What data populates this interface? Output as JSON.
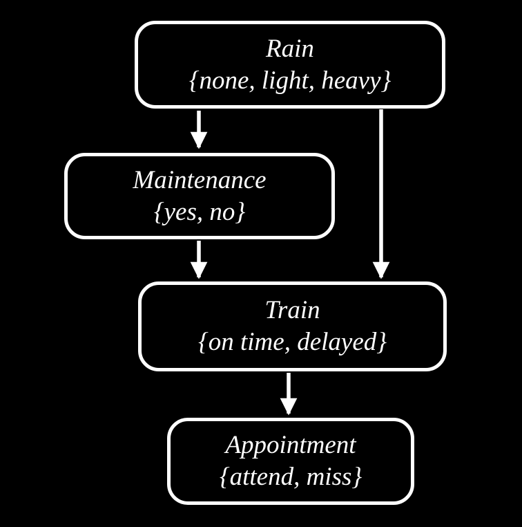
{
  "diagram": {
    "type": "bayesian-network",
    "background_color": "#000000",
    "node_border_color": "#ffffff",
    "node_text_color": "#ffffff",
    "edge_color": "#ffffff",
    "nodes": {
      "rain": {
        "name": "Rain",
        "values": "{none, light, heavy}"
      },
      "maintenance": {
        "name": "Maintenance",
        "values": "{yes, no}"
      },
      "train": {
        "name": "Train",
        "values": "{on time, delayed}"
      },
      "appointment": {
        "name": "Appointment",
        "values": "{attend, miss}"
      }
    },
    "edges": [
      {
        "from": "Rain",
        "to": "Maintenance"
      },
      {
        "from": "Rain",
        "to": "Train"
      },
      {
        "from": "Maintenance",
        "to": "Train"
      },
      {
        "from": "Train",
        "to": "Appointment"
      }
    ]
  }
}
